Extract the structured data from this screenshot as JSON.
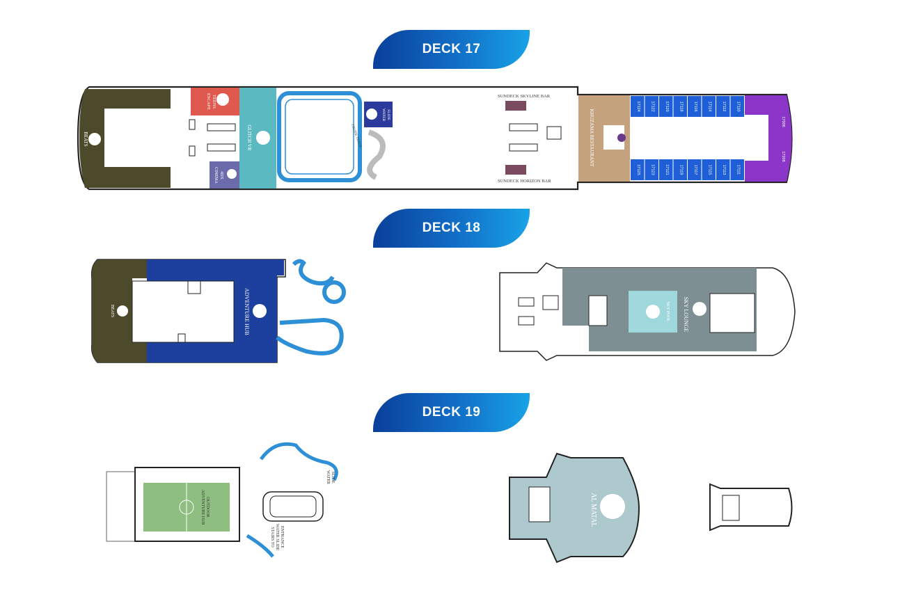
{
  "decks": {
    "deck17": {
      "title": "DECK 17",
      "labels": {
        "beats": "BEATS",
        "teens_escape_1": "TEENS",
        "teens_escape_2": "ESCAPE",
        "glitch_vr": "GLITCH VR",
        "cinema_1": "4DX",
        "cinema_2": "CINEMA",
        "cruise_track": "CRUISE TRACK",
        "water_slide_1": "WATER",
        "water_slide_2": "SLIDE",
        "skyline_bar": "SUNDECK SKYLINE BAR",
        "horizon_bar": "SUNDECK HORIZON BAR",
        "khuzama": "KHUZAMA RESTAURANT"
      },
      "cabins_top": [
        "17124",
        "17122",
        "17120",
        "17118",
        "17116",
        "17114",
        "17112",
        "17110"
      ],
      "cabins_bottom": [
        "17125",
        "17123",
        "17121",
        "17119",
        "17117",
        "17115",
        "17113",
        "17111"
      ],
      "suite_top": "17006",
      "suite_bottom": "17208"
    },
    "deck18": {
      "title": "DECK 18",
      "labels": {
        "beats": "BEATS",
        "adventure_hub": "ADVENTURE HUB",
        "sky_pool": "SKY POOL",
        "sky_lounge": "SKY LOUNGE"
      }
    },
    "deck19": {
      "title": "DECK 19",
      "labels": {
        "adventure_hub_1": "ADVENTURE HUB",
        "adventure_hub_2": "OUTDOOR",
        "water_slide_1": "WATER",
        "water_slide_2": "SLIDE",
        "stairs_1": "STAIRS TO",
        "stairs_2": "WATER SLIDE",
        "stairs_3": "ENTRANCE",
        "al_matal": "AL MATAL"
      }
    }
  },
  "colors": {
    "olive": "#4a4a2a",
    "teens": "#e05a50",
    "glitch": "#5ab8c0",
    "cinema": "#6a6aa8",
    "pool": "#2d8fd6",
    "cabin": "#1e5fd8",
    "suite": "#8a35c8",
    "khuzama": "#c4a27d",
    "navy": "#1b3d9a",
    "lounge": "#7d8f92",
    "pitch": "#8fbf7f",
    "matal": "#adc8cc"
  }
}
